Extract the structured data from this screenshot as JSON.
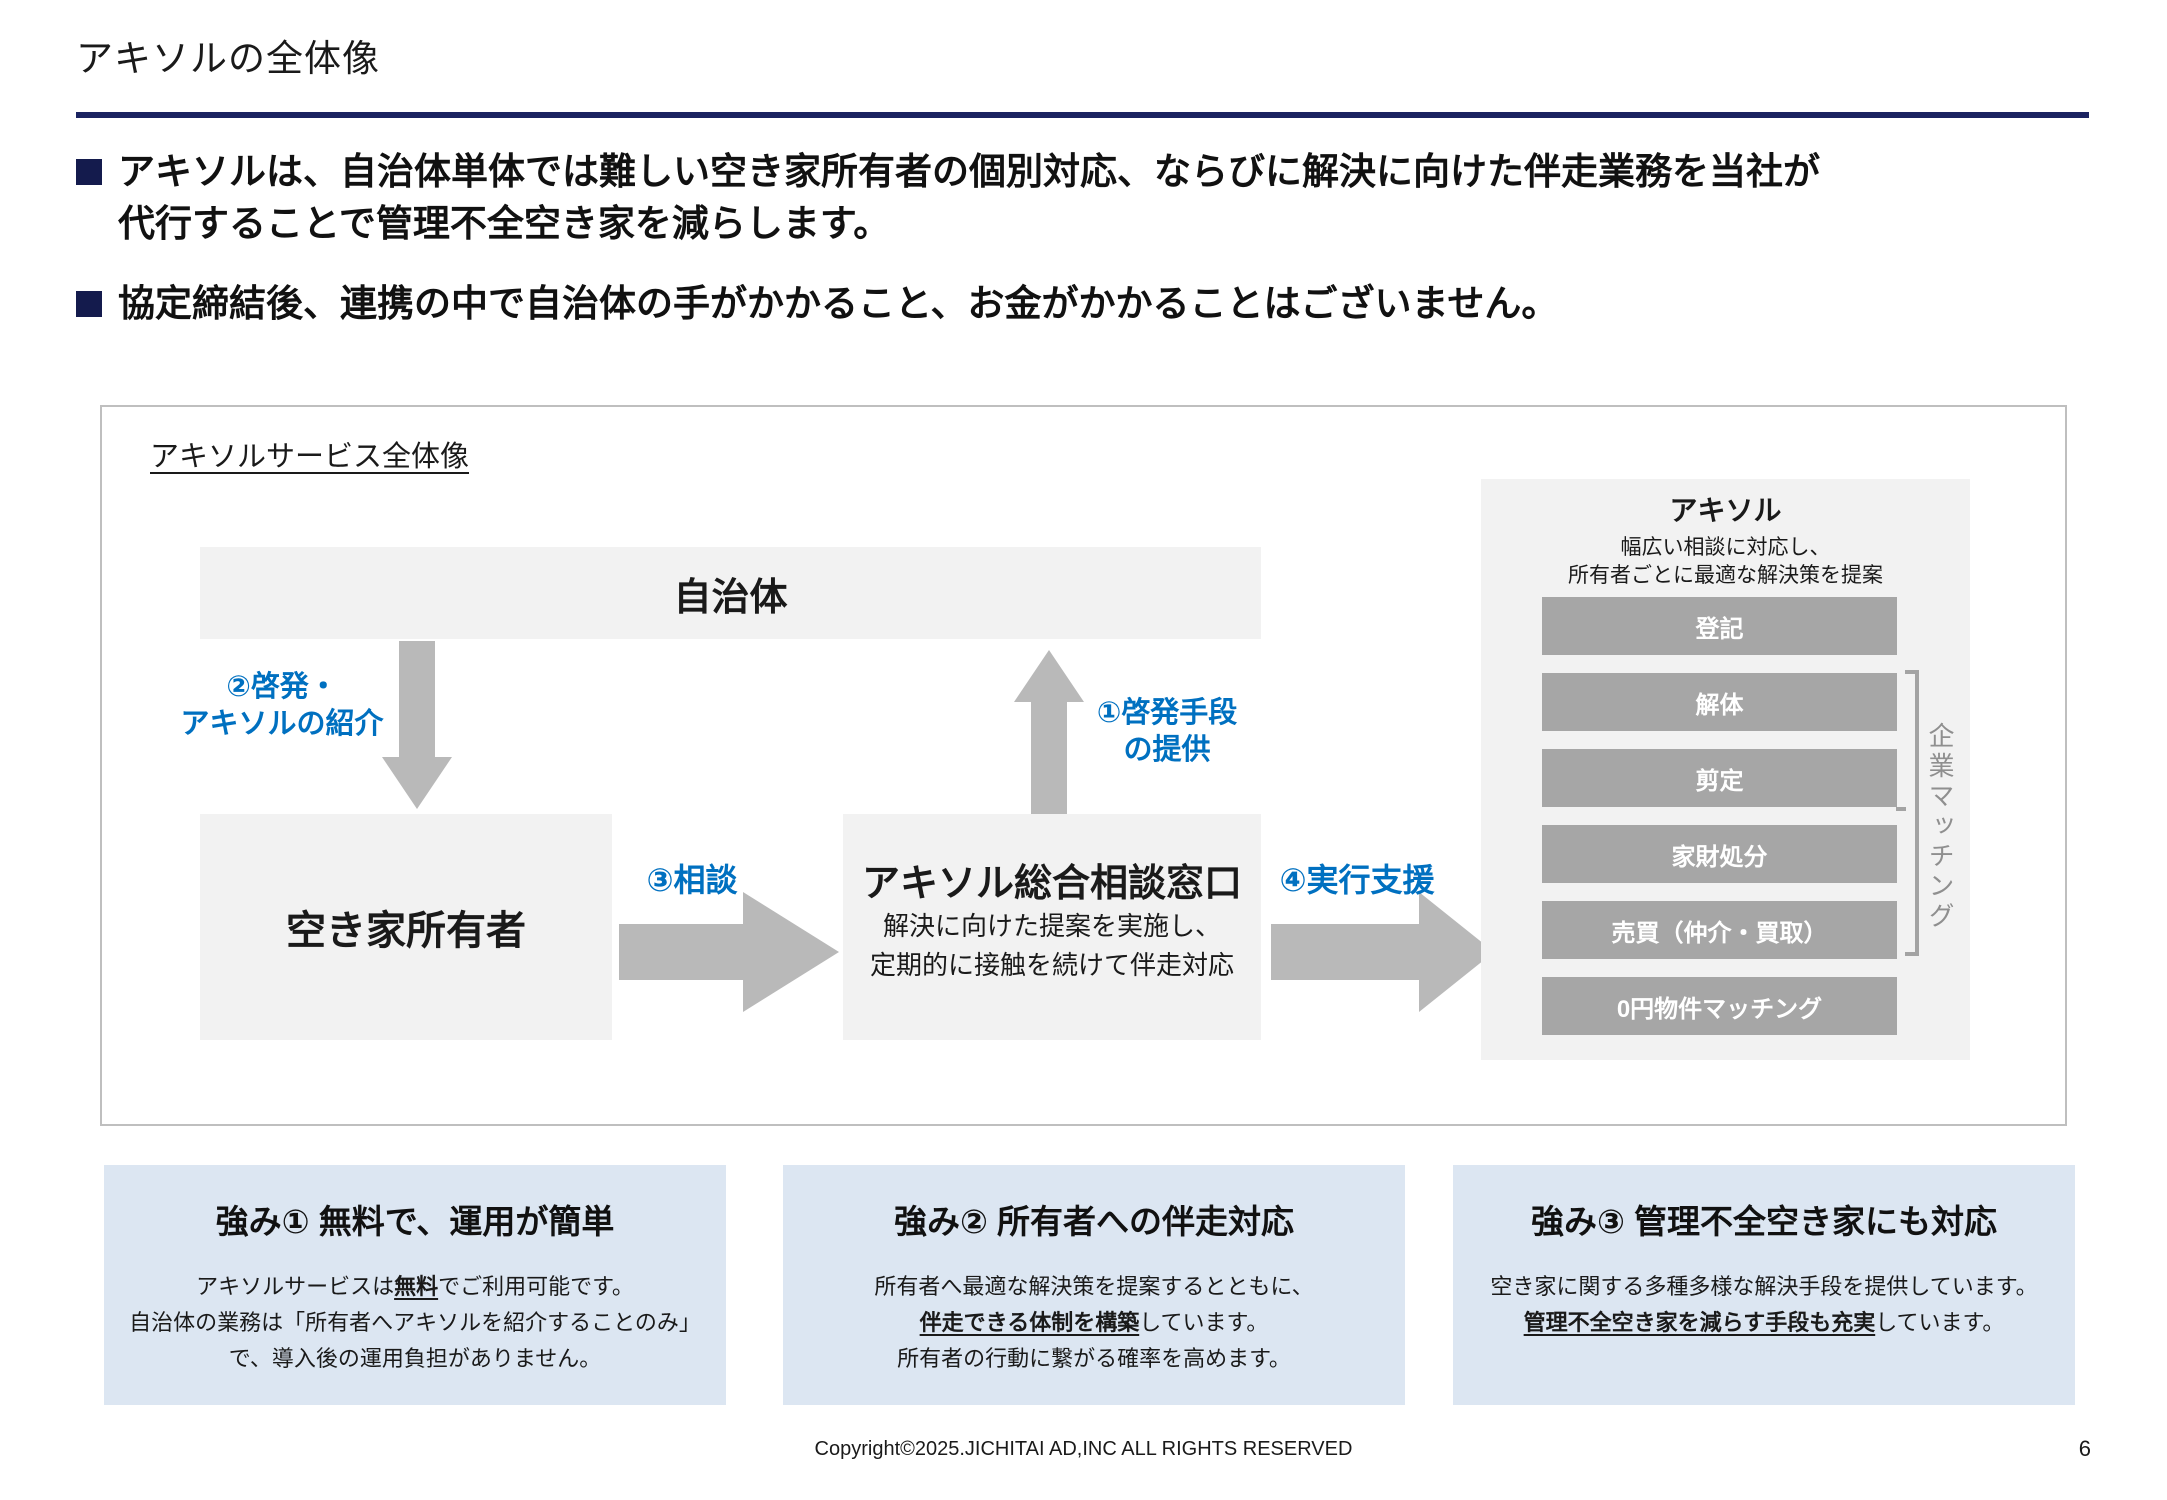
{
  "colors": {
    "accent_blue": "#0070c0",
    "navy": "#1b2361",
    "box_gray": "#f2f2f2",
    "button_gray": "#a6a6a6",
    "arrow_gray": "#b9b9b9",
    "strength_bg": "#dce6f2"
  },
  "page": {
    "title": "アキソルの全体像",
    "footer": "Copyright©2025.JICHITAI AD,INC ALL RIGHTS RESERVED",
    "page_number": "6"
  },
  "bullets": [
    {
      "lines": [
        "アキソルは、自治体単体では難しい空き家所有者の個別対応、ならびに解決に向けた伴走業務を当社が",
        "代行することで管理不全空き家を減らします。"
      ]
    },
    {
      "lines": [
        "協定締結後、連携の中で自治体の手がかかること、お金がかかることはございません。"
      ]
    }
  ],
  "diagram": {
    "title": "アキソルサービス全体像",
    "municipality": "自治体",
    "owner": "空き家所有者",
    "desk": {
      "title": "アキソル総合相談窓口",
      "line1": "解決に向けた提案を実施し、",
      "line2": "定期的に接触を続けて伴走対応"
    },
    "steps": {
      "s1a": "①啓発手段",
      "s1b": "の提供",
      "s2a": "②啓発・",
      "s2b": "アキソルの紹介",
      "s3": "③相談",
      "s4": "④実行支援"
    },
    "panel": {
      "title": "アキソル",
      "sub1": "幅広い相談に対応し、",
      "sub2": "所有者ごとに最適な解決策を提案",
      "buttons": [
        "登記",
        "解体",
        "剪定",
        "家財処分",
        "売買（仲介・買取）",
        "0円物件マッチング"
      ],
      "bracket_label": "企業マッチング"
    }
  },
  "strengths": [
    {
      "title": "強み① 無料で、運用が簡単",
      "l1_pre": "アキソルサービスは",
      "l1_em": "無料",
      "l1_post": "でご利用可能です。",
      "l2": "自治体の業務は「所有者へアキソルを紹介することのみ」",
      "l3": "で、導入後の運用負担がありません。"
    },
    {
      "title": "強み② 所有者への伴走対応",
      "l1": "所有者へ最適な解決策を提案するとともに、",
      "l2_em": "伴走できる体制を構築",
      "l2_post": "しています。",
      "l3": "所有者の行動に繋がる確率を高めます。"
    },
    {
      "title": "強み③ 管理不全空き家にも対応",
      "l1": "空き家に関する多種多様な解決手段を提供しています。",
      "l2_em": "管理不全空き家を減らす手段も充実",
      "l2_post": "しています。"
    }
  ]
}
